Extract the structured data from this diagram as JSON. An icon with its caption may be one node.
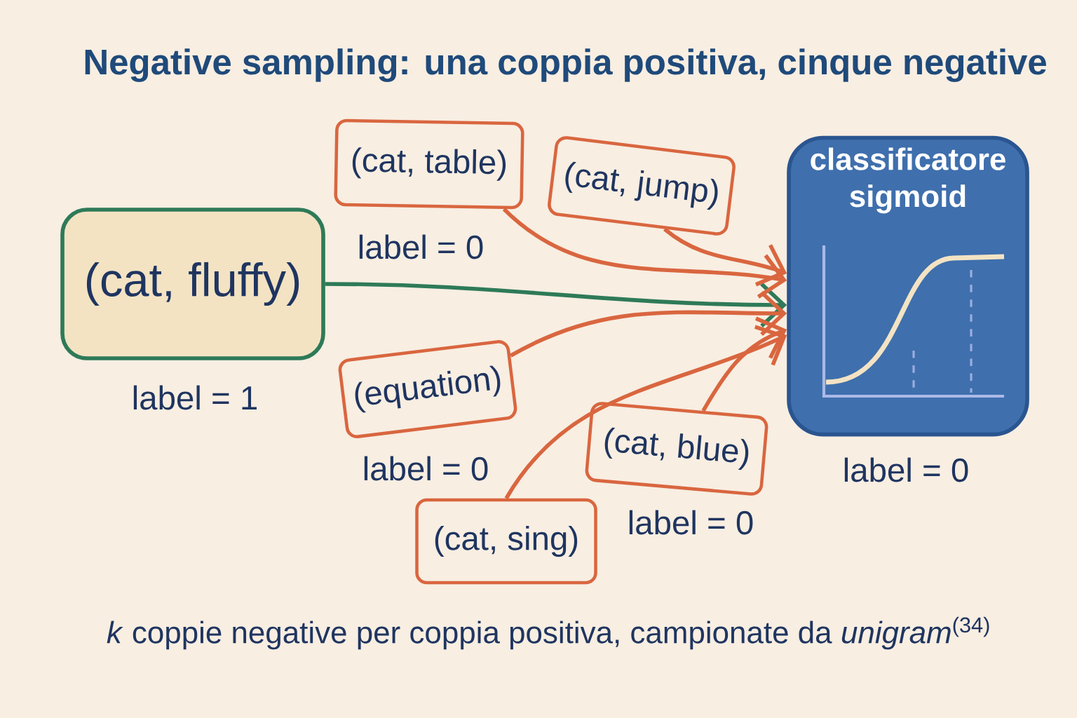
{
  "diagram": {
    "title": "Negative sampling: una coppia positiva, cinque negative",
    "caption": "*k* coppie negative per coppia positiva, campionate da *unigram*$^{(34)}$",
    "nodes": [
      {
        "text": [
          "(cat, fluffy)"
        ],
        "beside": [
          "label = 1"
        ]
      },
      {
        "text": [
          "(cat, table)"
        ],
        "beside": [
          "label = 0"
        ]
      },
      {
        "text": [
          "(cat, jump)"
        ]
      },
      {
        "text": [
          "classificatore sigmoid"
        ]
      },
      {
        "text": [
          "(equation)"
        ],
        "beside": [
          "label = 0"
        ]
      },
      {
        "text": [
          "(cat, blue)"
        ],
        "beside": [
          "label = 0"
        ]
      },
      {
        "text": [
          "(cat, sing)"
        ]
      }
    ],
    "edges": [
      {
        "from": 0,
        "to": 3,
        "arrow": "to",
        "color": "#2e7a58"
      },
      {
        "from": 1,
        "to": 3,
        "arrow": "to"
      },
      {
        "from": 2,
        "to": 3,
        "arrow": "to"
      },
      {
        "from": 4,
        "to": 3,
        "arrow": "to"
      },
      {
        "from": 5,
        "to": 3,
        "arrow": "to"
      },
      {
        "from": 6,
        "to": 3,
        "arrow": "to"
      }
    ],
    "labels": [
      "label = 0"
    ]
  }
}
